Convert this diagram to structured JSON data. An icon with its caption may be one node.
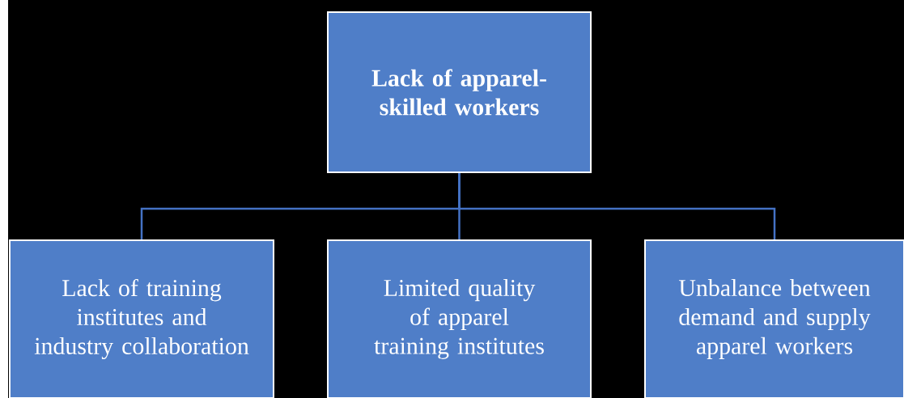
{
  "diagram": {
    "nodes": [
      {
        "text": [
          "Lack of apparel-skilled workers"
        ]
      },
      {
        "text": [
          "Lack of training institutes and industry collaboration"
        ]
      },
      {
        "text": [
          "Limited quality of apparel training institutes"
        ]
      },
      {
        "text": [
          "Unbalance between demand and supply apparel workers"
        ]
      }
    ],
    "edges": [
      {
        "from": 0,
        "to": 1,
        "arrow": "none"
      },
      {
        "from": 0,
        "to": 2,
        "arrow": "none"
      },
      {
        "from": 0,
        "to": 3,
        "arrow": "none"
      }
    ]
  }
}
